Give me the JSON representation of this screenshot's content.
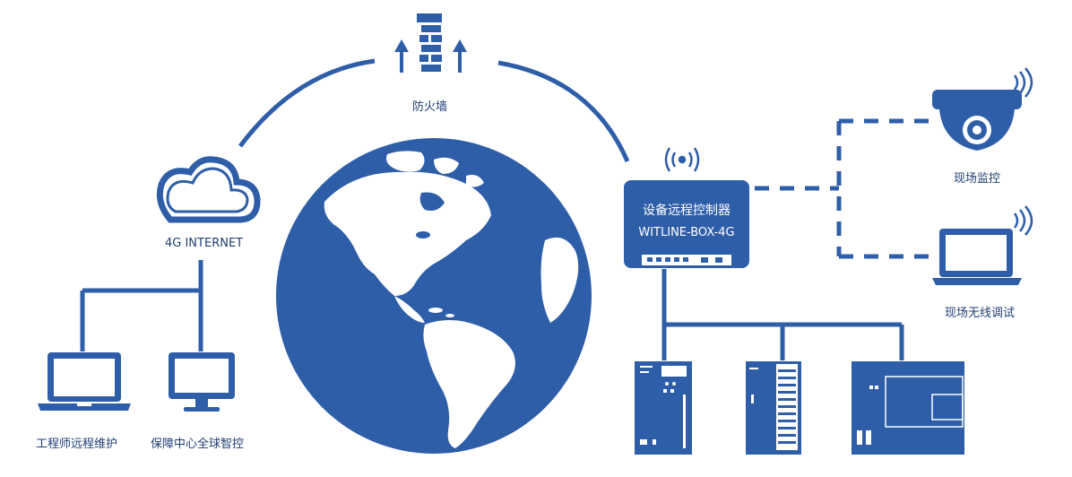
{
  "colors": {
    "primary": "#2f5ea8",
    "text": "#1f3f73",
    "background": "#ffffff"
  },
  "labels": {
    "firewall": "防火墙",
    "internet": "4G INTERNET",
    "engineer": "工程师远程维护",
    "center": "保障中心全球智控",
    "device_name": "设备远程控制器",
    "device_model": "WITLINE-BOX-4G",
    "monitoring": "现场监控",
    "wireless_debug": "现场无线调试"
  },
  "icons": {
    "firewall": "firewall-icon",
    "cloud": "cloud-icon",
    "laptop": "laptop-icon",
    "monitor": "monitor-icon",
    "globe": "globe-icon",
    "camera": "camera-icon",
    "wifi": "wifi-signal-icon",
    "plc": "plc-module-icon"
  }
}
